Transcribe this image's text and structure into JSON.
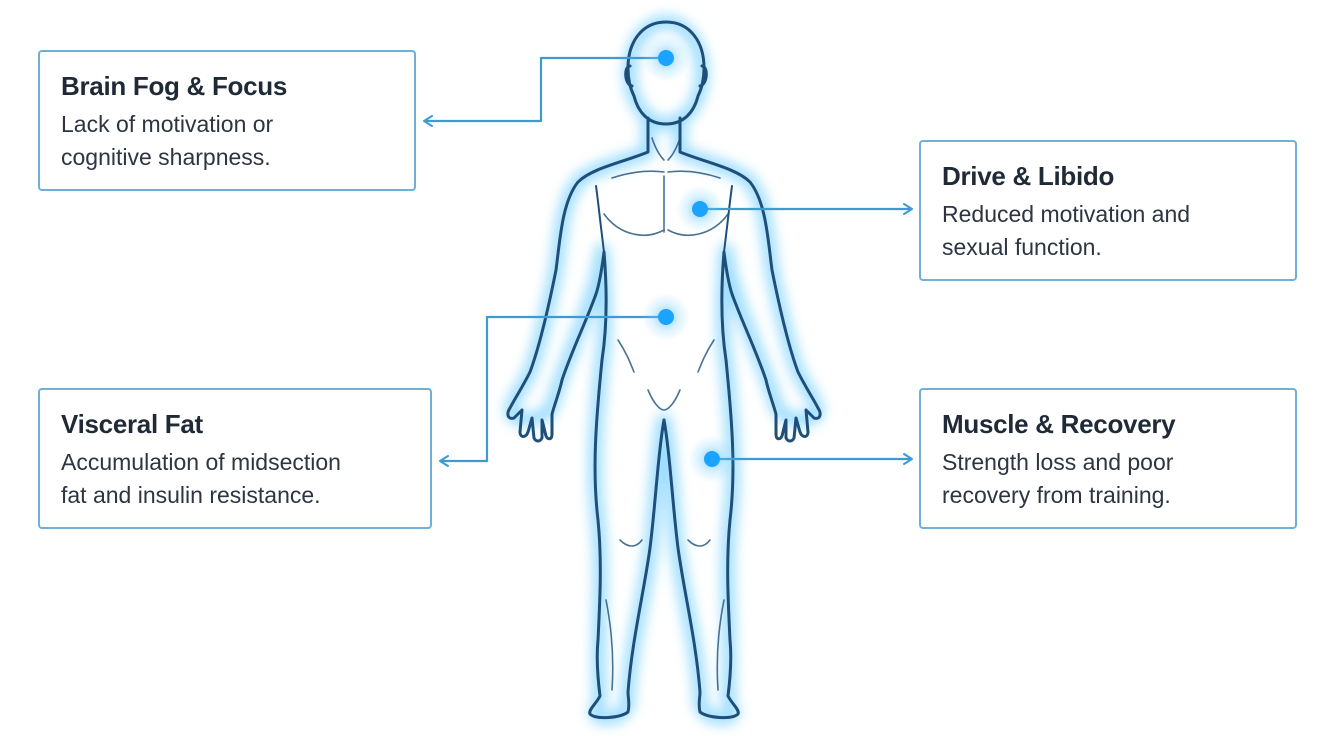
{
  "callouts": {
    "brain": {
      "title": "Brain Fog & Focus",
      "line1": "Lack of motivation or",
      "line2": "cognitive sharpness."
    },
    "drive": {
      "title": "Drive & Libido",
      "line1": "Reduced motivation and",
      "line2": "sexual function."
    },
    "fat": {
      "title": "Visceral Fat",
      "line1": "Accumulation of midsection",
      "line2": "fat and insulin resistance."
    },
    "muscle": {
      "title": "Muscle & Recovery",
      "line1": "Strength loss and poor",
      "line2": "recovery from training."
    }
  },
  "colors": {
    "body_outline": "#1d4f7a",
    "glow": "#7fd3ff",
    "hotspot": "#1aa3ff",
    "connector": "#3d9bd2",
    "callout_border": "#6fb0d8"
  },
  "icons": {
    "figure": "human-body-outline",
    "hotspot": "glowing-dot"
  }
}
